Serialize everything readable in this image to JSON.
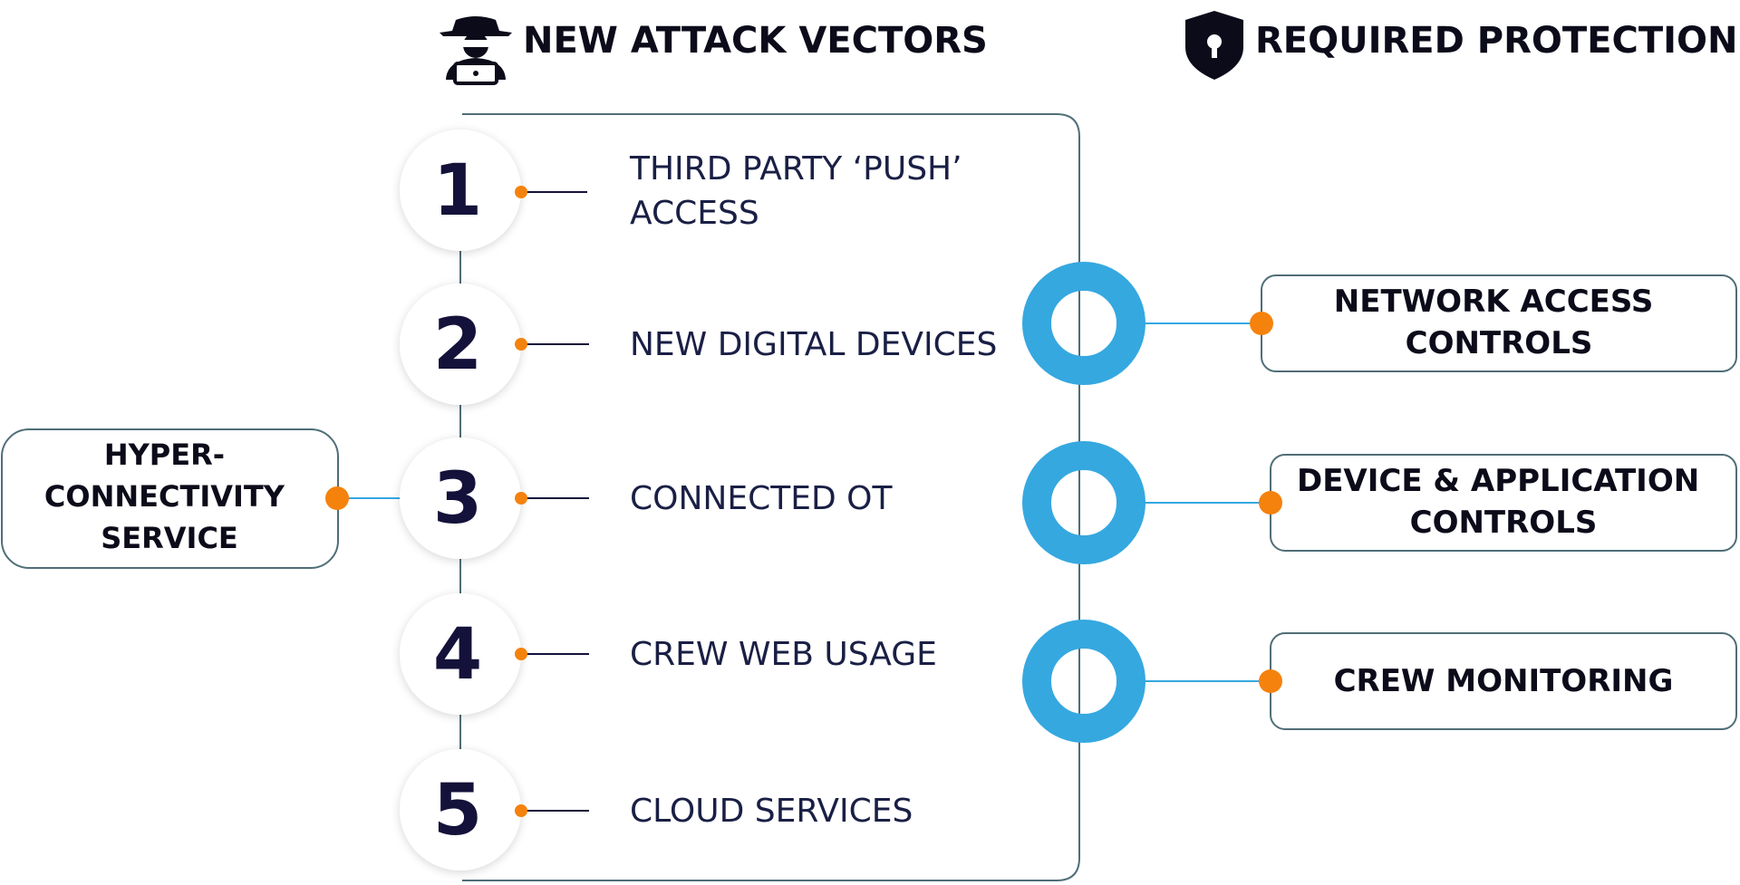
{
  "headers": {
    "attack": "NEW ATTACK VECTORS",
    "protection": "REQUIRED PROTECTION",
    "attack_icon": "hacker-icon",
    "protection_icon": "shield-keyhole-icon"
  },
  "service": {
    "lines": [
      "HYPER-",
      "CONNECTIVITY",
      "SERVICE"
    ]
  },
  "vectors": [
    {
      "number": "1",
      "lines": [
        "THIRD PARTY ‘PUSH’",
        "ACCESS"
      ]
    },
    {
      "number": "2",
      "lines": [
        "NEW DIGITAL DEVICES"
      ]
    },
    {
      "number": "3",
      "lines": [
        "CONNECTED OT"
      ]
    },
    {
      "number": "4",
      "lines": [
        "CREW WEB USAGE"
      ]
    },
    {
      "number": "5",
      "lines": [
        "CLOUD SERVICES"
      ]
    }
  ],
  "protections": [
    {
      "lines": [
        "NETWORK ACCESS",
        "CONTROLS"
      ]
    },
    {
      "lines": [
        "DEVICE & APPLICATION",
        "CONTROLS"
      ]
    },
    {
      "lines": [
        "CREW MONITORING"
      ]
    }
  ],
  "colors": {
    "accent_orange": "#f5820d",
    "ring_blue": "#35a8e0",
    "line": "#4f6e78",
    "navy": "#14123a"
  }
}
